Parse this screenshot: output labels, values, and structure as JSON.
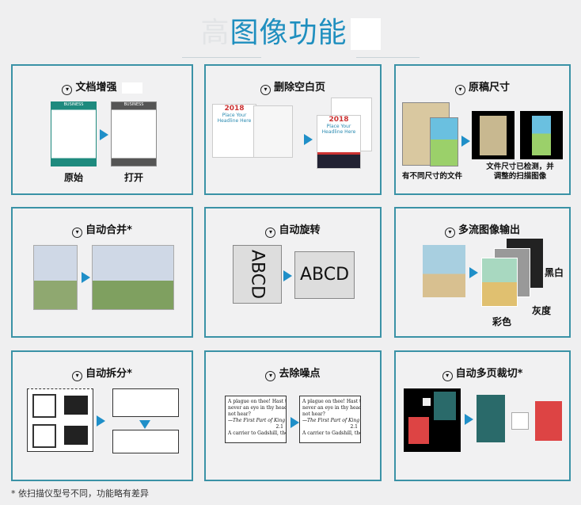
{
  "header": {
    "title_ghost": "高",
    "title": "图像功能"
  },
  "panels": [
    {
      "title": "文档增强",
      "captions": [
        "原始",
        "打开"
      ],
      "doc_label": "BUSINESS"
    },
    {
      "title": "删除空白页",
      "doc_year": "2018",
      "doc_headline": "Place Your Headline Here"
    },
    {
      "title": "原稿尺寸",
      "captions": [
        "有不同尺寸的文件",
        "文件尺寸已检测，并调整的扫描图像"
      ]
    },
    {
      "title": "自动合并*"
    },
    {
      "title": "自动旋转",
      "captions": [
        "ABCD",
        "ABCD"
      ]
    },
    {
      "title": "多流图像输出",
      "captions": [
        "黑白",
        "灰度",
        "彩色"
      ]
    },
    {
      "title": "自动拆分*"
    },
    {
      "title": "去除噪点",
      "sample_lines": [
        "A plague on thee! Hast thou",
        "never an eye in thy head? Can",
        "not hear?",
        "—The First Part of King Henry the F",
        "2.1",
        "A carrier to Gadshill, the host of a tavern"
      ]
    },
    {
      "title": "自动多页裁切*"
    }
  ],
  "footnote": "* 依扫描仪型号不同，功能略有差异",
  "colors": {
    "accent": "#1f8fbf",
    "border": "#3a92a6",
    "arrow": "#1f8fc8"
  }
}
